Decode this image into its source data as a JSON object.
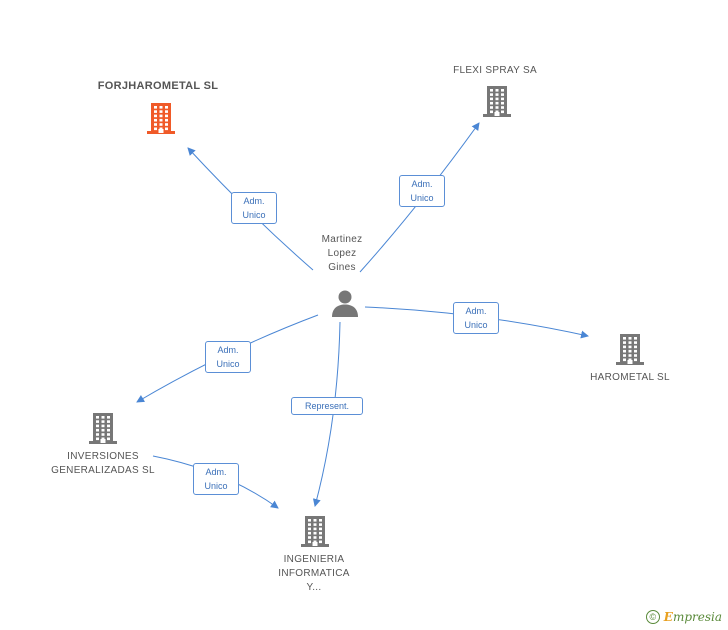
{
  "person": {
    "name_lines": [
      "Martinez",
      "Lopez",
      "Gines"
    ]
  },
  "companies": {
    "forjharometal": {
      "lines": [
        "FORJHAROMETAL SL"
      ],
      "color": "#f05a28"
    },
    "flexispray": {
      "lines": [
        "FLEXI SPRAY SA"
      ],
      "color": "#777777"
    },
    "harometal": {
      "lines": [
        "HAROMETAL SL"
      ],
      "color": "#777777"
    },
    "inversiones": {
      "lines": [
        "INVERSIONES",
        "GENERALIZADAS SL"
      ],
      "color": "#777777"
    },
    "ingenieria": {
      "lines": [
        "INGENIERIA",
        "INFORMATICA",
        "Y..."
      ],
      "color": "#777777"
    }
  },
  "edges": {
    "to_forjharometal": {
      "lines": [
        "Adm.",
        "Unico"
      ]
    },
    "to_flexispray": {
      "lines": [
        "Adm.",
        "Unico"
      ]
    },
    "to_harometal": {
      "lines": [
        "Adm.",
        "Unico"
      ]
    },
    "to_inversiones": {
      "lines": [
        "Adm.",
        "Unico"
      ]
    },
    "to_ingenieria": {
      "lines": [
        "Represent."
      ]
    },
    "inversiones_to_ingenieria": {
      "lines": [
        "Adm.",
        "Unico"
      ]
    }
  },
  "colors": {
    "edge": "#4a86d4",
    "person_icon": "#777777"
  },
  "copyright": {
    "symbol": "©",
    "brand_first": "E",
    "brand_rest": "mpresia"
  }
}
